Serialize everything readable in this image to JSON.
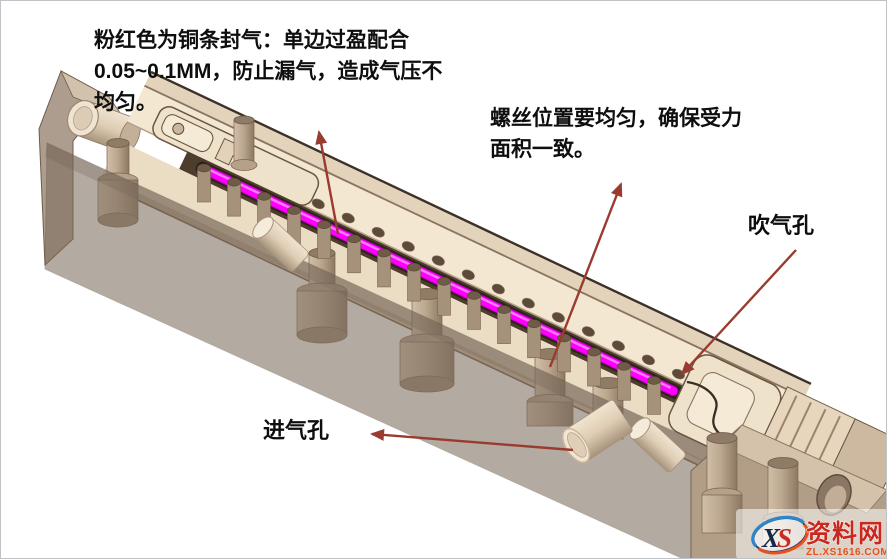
{
  "annotations": {
    "copper_seal": {
      "lines": [
        "粉红色为铜条封气：单边过盈配合",
        "0.05~0.1MM，防止漏气，造成气压不",
        "均匀。"
      ]
    },
    "screw_position": {
      "lines": [
        "螺丝位置要均匀，确保受力",
        "面积一致。"
      ]
    },
    "blow_hole_label": "吹气孔",
    "intake_hole_label": "进气孔"
  },
  "logo": {
    "x_char": "X",
    "s_char": "S",
    "site_name": "资料网",
    "url": "ZL.XS1616.COM"
  },
  "colors": {
    "copper_strip": "#FF00FF",
    "copper_strip_edge": "#C400C4",
    "arrow": "#993B2E",
    "deck_cream": "#F3E7D1",
    "front_slab": "#7E6E5F",
    "peg_tan": "#B9A48D",
    "logo_red": "#C8281E",
    "logo_blue": "#2E86C8",
    "logo_orange": "#E8511F"
  },
  "model": {
    "deck_hole_count": 16,
    "screw_peg_count": 16
  }
}
